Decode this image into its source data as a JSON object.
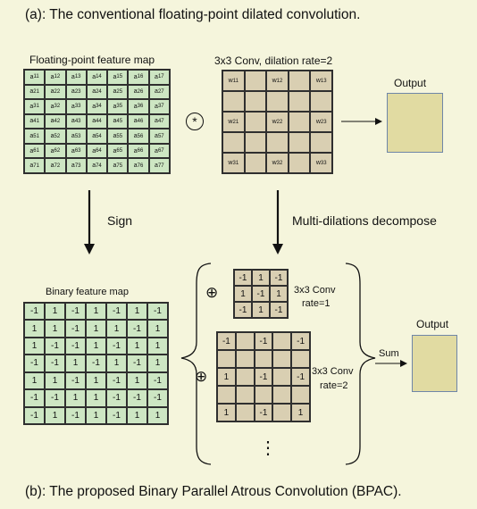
{
  "title_a": "(a): The conventional floating-point dilated convolution.",
  "title_b": "(b):  The proposed Binary Parallel Atrous Convolution (BPAC).",
  "fp_map": {
    "label": "Floating-point feature map",
    "rows": [
      [
        [
          "a",
          "11"
        ],
        [
          "a",
          "12"
        ],
        [
          "a",
          "13"
        ],
        [
          "a",
          "14"
        ],
        [
          "a",
          "15"
        ],
        [
          "a",
          "16"
        ],
        [
          "a",
          "17"
        ]
      ],
      [
        [
          "a",
          "21"
        ],
        [
          "a",
          "22"
        ],
        [
          "a",
          "23"
        ],
        [
          "a",
          "24"
        ],
        [
          "a",
          "25"
        ],
        [
          "a",
          "26"
        ],
        [
          "a",
          "27"
        ]
      ],
      [
        [
          "a",
          "31"
        ],
        [
          "a",
          "32"
        ],
        [
          "a",
          "33"
        ],
        [
          "a",
          "34"
        ],
        [
          "a",
          "35"
        ],
        [
          "a",
          "36"
        ],
        [
          "a",
          "37"
        ]
      ],
      [
        [
          "a",
          "41"
        ],
        [
          "a",
          "42"
        ],
        [
          "a",
          "43"
        ],
        [
          "a",
          "44"
        ],
        [
          "a",
          "45"
        ],
        [
          "a",
          "46"
        ],
        [
          "a",
          "47"
        ]
      ],
      [
        [
          "a",
          "51"
        ],
        [
          "a",
          "52"
        ],
        [
          "a",
          "53"
        ],
        [
          "a",
          "54"
        ],
        [
          "a",
          "55"
        ],
        [
          "a",
          "56"
        ],
        [
          "a",
          "57"
        ]
      ],
      [
        [
          "a",
          "61"
        ],
        [
          "a",
          "62"
        ],
        [
          "a",
          "63"
        ],
        [
          "a",
          "64"
        ],
        [
          "a",
          "65"
        ],
        [
          "a",
          "66"
        ],
        [
          "a",
          "67"
        ]
      ],
      [
        [
          "a",
          "71"
        ],
        [
          "a",
          "72"
        ],
        [
          "a",
          "73"
        ],
        [
          "a",
          "74"
        ],
        [
          "a",
          "75"
        ],
        [
          "a",
          "76"
        ],
        [
          "a",
          "77"
        ]
      ]
    ]
  },
  "conv_dilated": {
    "label": "3x3 Conv, dilation rate=2",
    "rows": [
      [
        [
          "w",
          "11"
        ],
        [
          "",
          ""
        ],
        [
          "w",
          "12"
        ],
        [
          "",
          ""
        ],
        [
          "w",
          "13"
        ]
      ],
      [
        [
          "",
          ""
        ],
        [
          "",
          ""
        ],
        [
          "",
          ""
        ],
        [
          "",
          ""
        ],
        [
          "",
          ""
        ]
      ],
      [
        [
          "w",
          "21"
        ],
        [
          "",
          ""
        ],
        [
          "w",
          "22"
        ],
        [
          "",
          ""
        ],
        [
          "w",
          "23"
        ]
      ],
      [
        [
          "",
          ""
        ],
        [
          "",
          ""
        ],
        [
          "",
          ""
        ],
        [
          "",
          ""
        ],
        [
          "",
          ""
        ]
      ],
      [
        [
          "w",
          "31"
        ],
        [
          "",
          ""
        ],
        [
          "w",
          "32"
        ],
        [
          "",
          ""
        ],
        [
          "w",
          "33"
        ]
      ]
    ]
  },
  "conv_symbol": "*",
  "output_label_a": "Output",
  "sign_label": "Sign",
  "decompose_label": "Multi-dilations decompose",
  "binary_map": {
    "label": "Binary feature map",
    "rows": [
      [
        "-1",
        "1",
        "-1",
        "1",
        "-1",
        "1",
        "-1"
      ],
      [
        "1",
        "1",
        "-1",
        "1",
        "1",
        "-1",
        "1"
      ],
      [
        "1",
        "-1",
        "-1",
        "1",
        "-1",
        "1",
        "1"
      ],
      [
        "-1",
        "-1",
        "1",
        "-1",
        "1",
        "-1",
        "1"
      ],
      [
        "1",
        "1",
        "-1",
        "1",
        "-1",
        "1",
        "-1"
      ],
      [
        "-1",
        "-1",
        "1",
        "1",
        "-1",
        "-1",
        "-1"
      ],
      [
        "-1",
        "1",
        "-1",
        "1",
        "-1",
        "1",
        "1"
      ]
    ]
  },
  "plus_symbol": "⊕",
  "conv_rate1": {
    "label_line1": "3x3 Conv",
    "label_line2": "rate=1",
    "rows": [
      [
        "-1",
        "1",
        "-1"
      ],
      [
        "1",
        "-1",
        "1"
      ],
      [
        "-1",
        "1",
        "-1"
      ]
    ]
  },
  "conv_rate2": {
    "label_line1": "3x3 Conv",
    "label_line2": "rate=2",
    "rows": [
      [
        "-1",
        "",
        "-1",
        "",
        "-1"
      ],
      [
        "",
        "",
        "",
        "",
        ""
      ],
      [
        "1",
        "",
        "-1",
        "",
        "-1"
      ],
      [
        "",
        "",
        "",
        "",
        ""
      ],
      [
        "1",
        "",
        "-1",
        "",
        "1"
      ]
    ]
  },
  "ellipsis": "⋮",
  "sum_label": "Sum",
  "output_label_b": "Output",
  "colors": {
    "background": "#f5f5dc",
    "feature_cell": "#cde6c3",
    "kernel_cell": "#d9cfb2",
    "output_fill": "#e1dba2"
  }
}
